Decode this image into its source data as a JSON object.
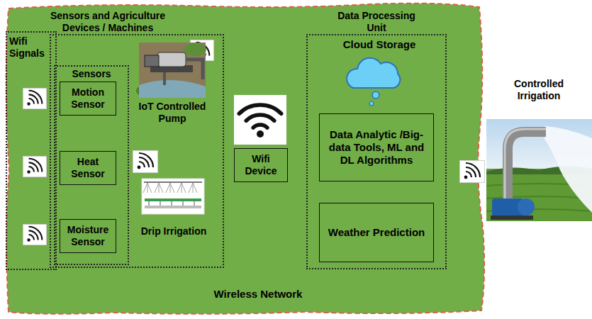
{
  "diagram": {
    "nodes": [
      {
        "text": [
          "Wireless Network"
        ]
      },
      {
        "text": [
          "Sensors and Agriculture Devices / Machines"
        ],
        "in": 0
      },
      {
        "text": [
          "Wifi Signals"
        ],
        "in": 0
      },
      {
        "text": [
          "Sensors"
        ],
        "in": 1
      },
      {
        "text": [
          "Motion Sensor"
        ],
        "in": 3
      },
      {
        "text": [
          "Heat Sensor"
        ],
        "in": 3
      },
      {
        "text": [
          "Moisture Sensor"
        ],
        "in": 3
      },
      {
        "text": [
          "Wifi Device"
        ],
        "in": 0
      },
      {
        "text": [
          "Data Processing Unit"
        ],
        "in": 0
      },
      {
        "text": [
          "Data Analytic /Big-data Tools, ML and DL Algorithms"
        ],
        "in": 8
      },
      {
        "text": [
          "Weather Prediction"
        ],
        "in": 8
      }
    ],
    "labels": [
      "IoT Controlled Pump",
      "Drip Irrigation",
      "Cloud Storage",
      "Controlled Irrigation"
    ]
  }
}
